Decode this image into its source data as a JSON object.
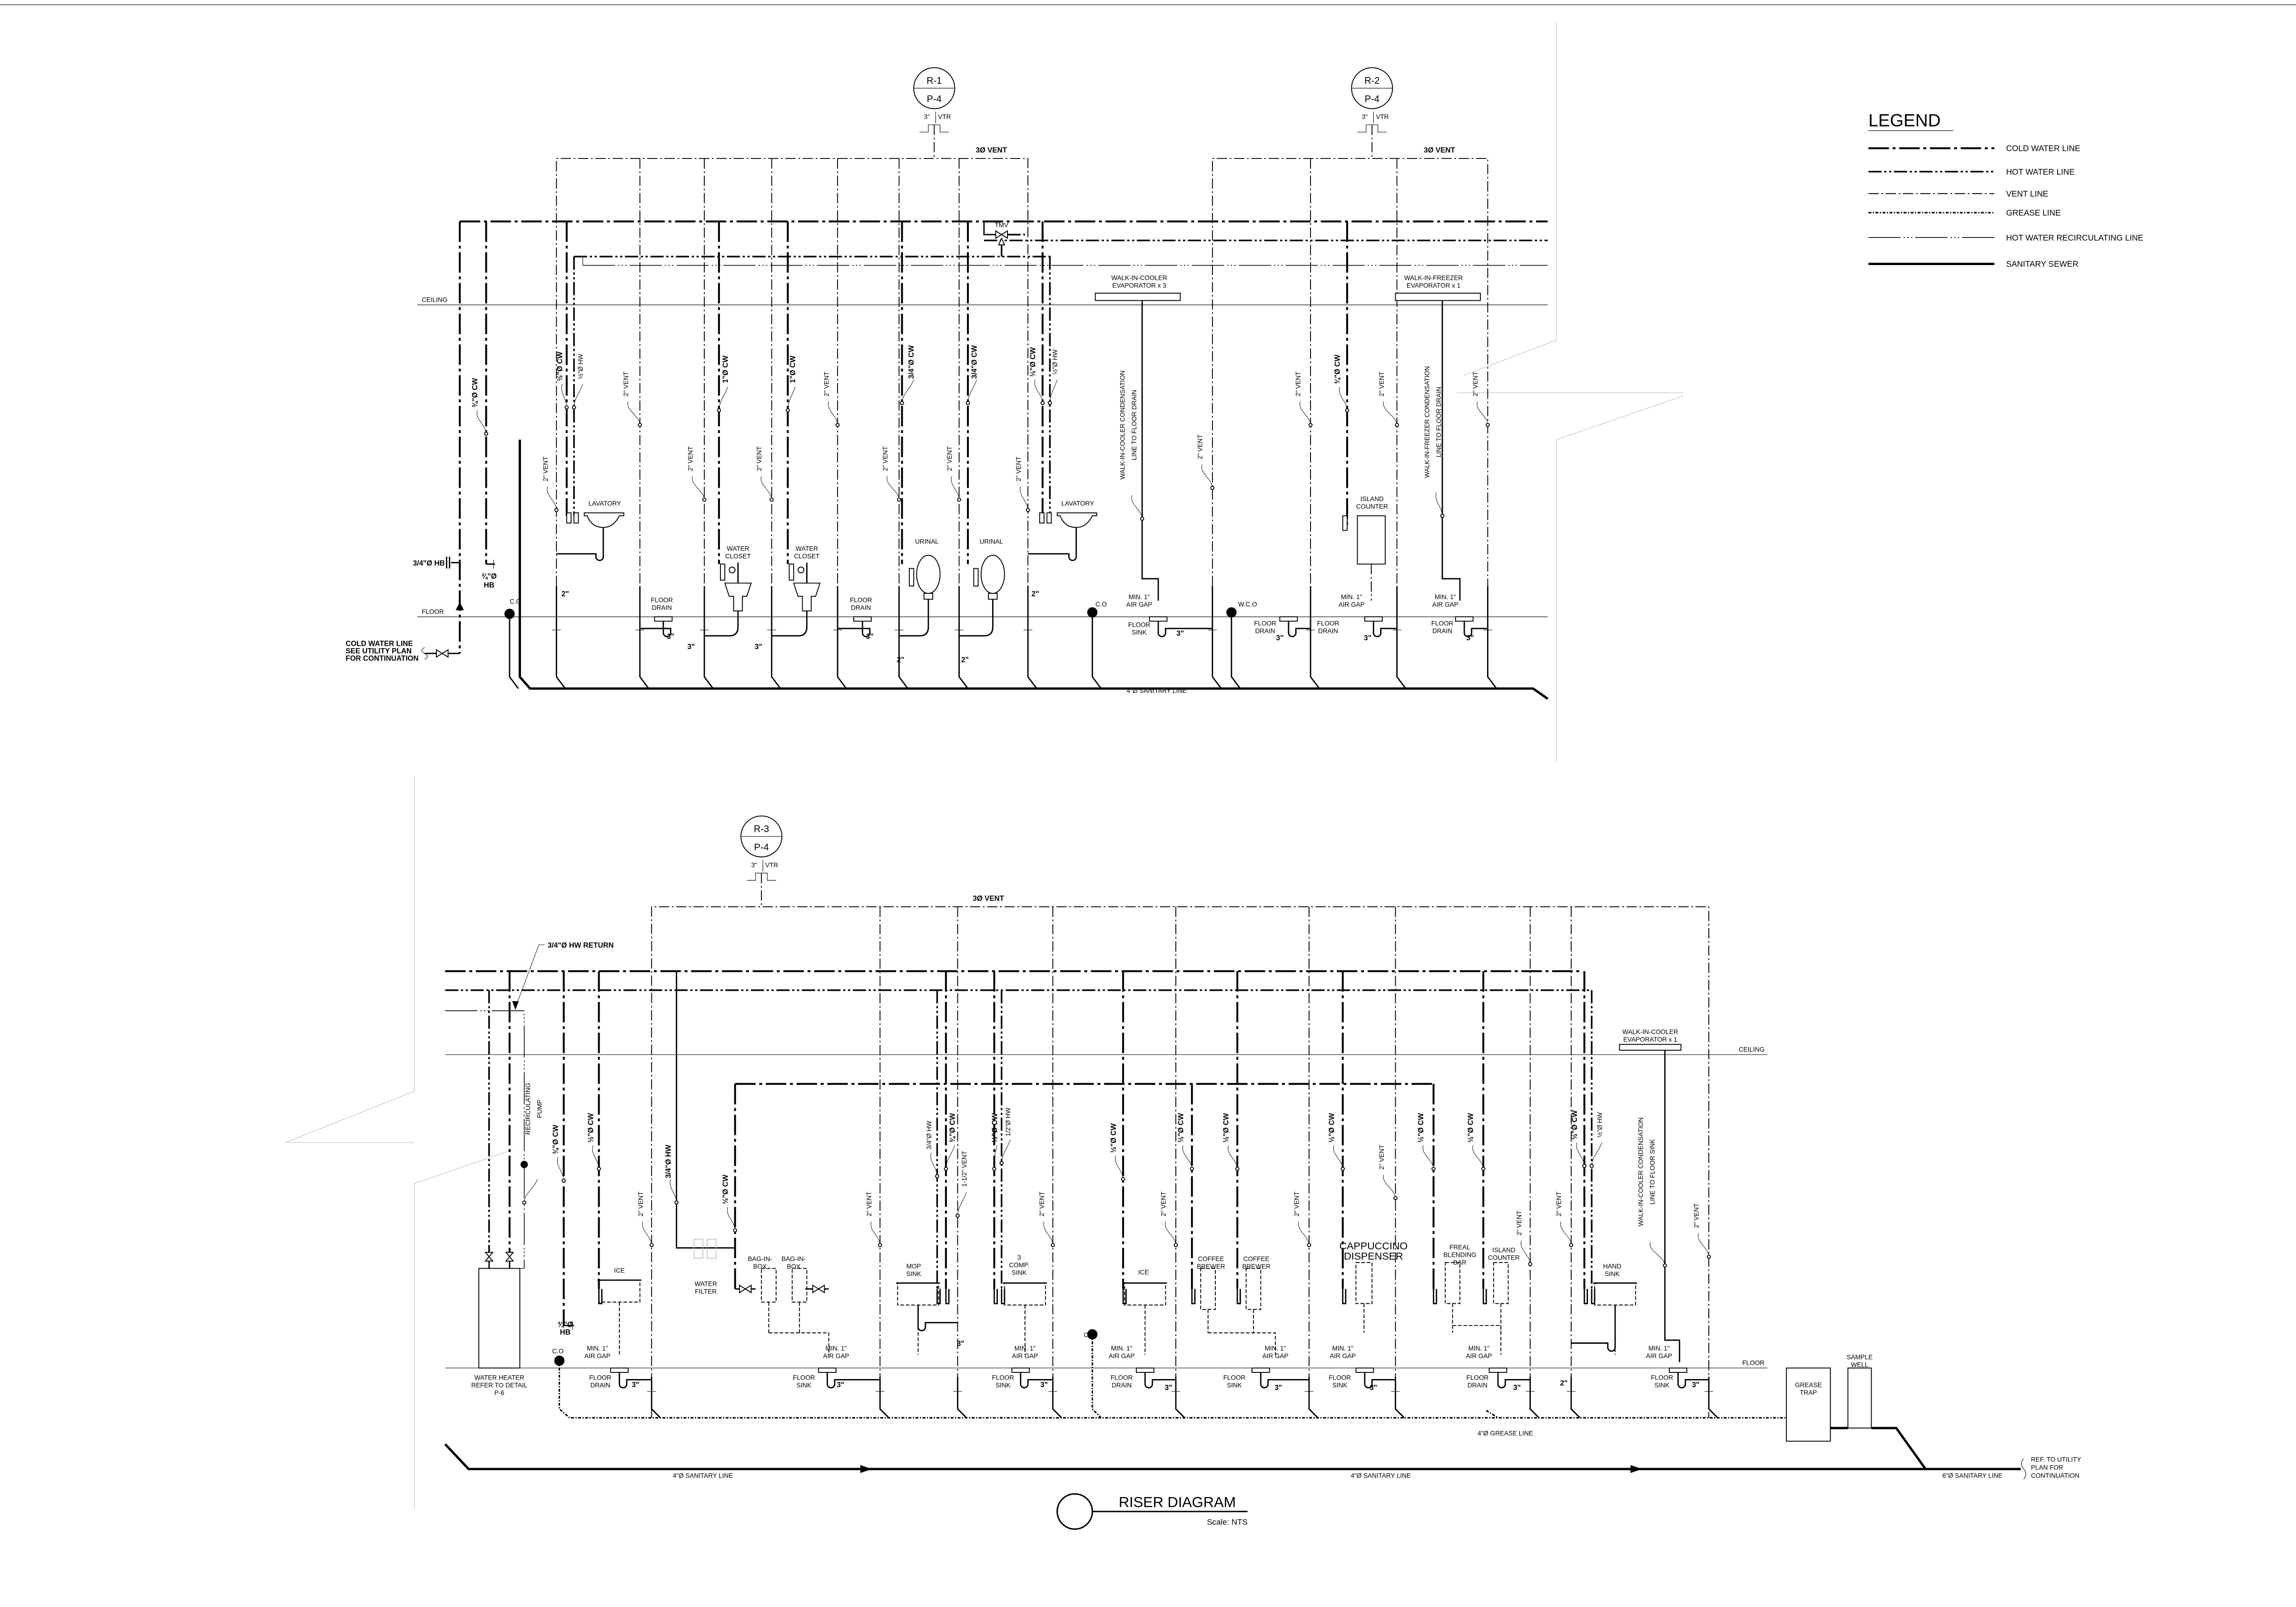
{
  "legend": {
    "title": "LEGEND",
    "items": [
      "COLD WATER LINE",
      "HOT WATER LINE",
      "VENT LINE",
      "GREASE LINE",
      "HOT WATER RECIRCULATING LINE",
      "SANITARY SEWER"
    ]
  },
  "title": {
    "name": "RISER DIAGRAM",
    "scale": "Scale: NTS"
  },
  "upper": {
    "bubbles": [
      {
        "top": "R-1",
        "bottom": "P-4",
        "vtr_size": "3\"",
        "vtr": "VTR"
      },
      {
        "top": "R-2",
        "bottom": "P-4",
        "vtr_size": "3\"",
        "vtr": "VTR"
      }
    ],
    "vent_header": "3Ø VENT",
    "ceiling": "CEILING",
    "floor": "FLOOR",
    "tmv": "TMV",
    "sanitary": "4\"Ø SANITARY LINE",
    "cw_note": [
      "COLD WATER LINE",
      "SEE UTILITY PLAN",
      "FOR CONTINUATION"
    ],
    "hb_left": "3/4\"Ø HB",
    "hb_riser": [
      "¾\"Ø",
      "HB"
    ],
    "pipe_labels": [
      "¾\"Ø CW",
      "½\"Ø CW",
      "½\"Ø HW",
      "2\" VENT",
      "1\"Ø CW",
      "1\"Ø CW",
      "2\" VENT",
      "3/4\"Ø CW",
      "3/4\"Ø CW",
      "½\"Ø CW",
      "½\"Ø HW",
      "2\" VENT",
      "2\" VENT",
      "2\" VENT",
      "2\" VENT",
      "2\" VENT",
      "2\" VENT",
      [
        "WALK-IN-COOLER CONDENSATION",
        "LINE TO FLOOR DRAIN"
      ],
      "2\" VENT",
      "2\" VENT",
      "¾\"Ø CW",
      "2\" VENT",
      [
        "WALK-IN-FREEZER CONDENSATION",
        "LINE TO FLOOR DRAIN"
      ],
      "2\" VENT"
    ],
    "fixtures": [
      "LAVATORY",
      [
        "WATER",
        "CLOSET"
      ],
      [
        "WATER",
        "CLOSET"
      ],
      "URINAL",
      "URINAL",
      "LAVATORY",
      [
        "FLOOR",
        "DRAIN"
      ],
      [
        "FLOOR",
        "DRAIN"
      ],
      "C.O",
      "C.O",
      "W.C.O",
      [
        "MIN. 1\"",
        "AIR GAP"
      ],
      [
        "FLOOR",
        "SINK"
      ],
      [
        "FLOOR",
        "DRAIN"
      ],
      [
        "FLOOR",
        "DRAIN"
      ],
      [
        "MIN. 1\"",
        "AIR GAP"
      ],
      [
        "FLOOR",
        "DRAIN"
      ],
      [
        "MIN. 1\"",
        "AIR GAP"
      ],
      [
        "ISLAND",
        "COUNTER"
      ],
      [
        "WALK-IN-COOLER",
        "EVAPORATOR x 3"
      ],
      [
        "WALK-IN-FREEZER",
        "EVAPORATOR x 1"
      ]
    ],
    "sizes": [
      "2\"",
      "3\"",
      "3\"",
      "3\"",
      "3\"",
      "2\"",
      "2\"",
      "2\"",
      "3\"",
      "3\"",
      "3\"",
      "3\""
    ]
  },
  "lower": {
    "bubble": {
      "top": "R-3",
      "bottom": "P-4",
      "vtr_size": "3\"",
      "vtr": "VTR"
    },
    "vent_header": "3Ø VENT",
    "hw_return": "3/4\"Ø HW RETURN",
    "ceiling": "CEILING",
    "floor": "FLOOR",
    "grease": "4\"Ø GREASE LINE",
    "sanitary": [
      "4\"Ø SANITARY LINE",
      "4\"Ø SANITARY LINE",
      "6\"Ø SANITARY LINE"
    ],
    "ref_note": [
      "REF.  TO  UTILITY",
      "PLAN  FOR",
      "CONTINUATION"
    ],
    "pipe_labels": [
      [
        "RECIRCULATING",
        "PUMP"
      ],
      "¾\"Ø CW",
      "½\"Ø CW",
      "2\" VENT",
      "3/4\"Ø HW",
      "½\"Ø CW",
      "2\" VENT",
      "3/4\"Ø HW",
      "¾\"Ø CW",
      "1-1/2\" VENT",
      "½\"Ø CW",
      "1/2\"Ø HW",
      "2\" VENT",
      "½\"Ø CW",
      "2\" VENT",
      "½\"Ø CW",
      "½\"Ø CW",
      "2\" VENT",
      "½\"Ø CW",
      "2\" VENT",
      "½\"Ø CW",
      "½\"Ø CW",
      "2\" VENT",
      "2\" VENT",
      "½\"Ø CW",
      "½\"Ø HW",
      [
        "WALK-IN-COOLER CONDENSATION",
        "LINE TO FLOOR SINK"
      ],
      "2\" VENT"
    ],
    "fixtures": [
      "ICE",
      [
        "WATER",
        "FILTER"
      ],
      [
        "BAG-IN-",
        "BOX"
      ],
      [
        "BAG-IN-",
        "BOX"
      ],
      [
        "MOP",
        "SINK"
      ],
      [
        "3",
        "COMP.",
        "SINK"
      ],
      "ICE",
      [
        "COFFEE",
        "BREWER"
      ],
      [
        "COFFEE",
        "BREWER"
      ],
      [
        "CAPPUCCINO",
        "DISPENSER"
      ],
      [
        "FREAL",
        "BLENDING",
        "BAR"
      ],
      [
        "ISLAND",
        "COUNTER"
      ],
      [
        "HAND",
        "SINK"
      ],
      [
        "WALK-IN-COOLER",
        "EVAPORATOR x 1"
      ],
      [
        "WATER HEATER",
        "REFER TO DETAIL",
        "P-6"
      ],
      "C.O",
      "C.O",
      [
        "¾\"Ø",
        "HB"
      ],
      [
        "GREASE",
        "TRAP"
      ],
      [
        "SAMPLE",
        "WELL"
      ]
    ],
    "floor_items": [
      [
        "MIN. 1\"",
        "AIR GAP"
      ],
      [
        "FLOOR",
        "DRAIN"
      ],
      [
        "MIN. 1\"",
        "AIR GAP"
      ],
      [
        "FLOOR",
        "SINK"
      ],
      [
        "MIN. 1\"",
        "AIR GAP"
      ],
      [
        "FLOOR",
        "SINK"
      ],
      [
        "MIN. 1\"",
        "AIR GAP"
      ],
      [
        "FLOOR",
        "DRAIN"
      ],
      [
        "MIN. 1\"",
        "AIR GAP"
      ],
      [
        "FLOOR",
        "SINK"
      ],
      [
        "MIN. 1\"",
        "AIR GAP"
      ],
      [
        "FLOOR",
        "SINK"
      ],
      [
        "MIN. 1\"",
        "AIR GAP"
      ],
      [
        "FLOOR",
        "DRAIN"
      ],
      [
        "MIN. 1\"",
        "AIR GAP"
      ],
      [
        "FLOOR",
        "SINK"
      ]
    ],
    "sizes": [
      "3\"",
      "3\"",
      "3\"",
      "3\"",
      "3\"",
      "3\"",
      "3\"",
      "3\"",
      "3\"",
      "2\""
    ]
  }
}
